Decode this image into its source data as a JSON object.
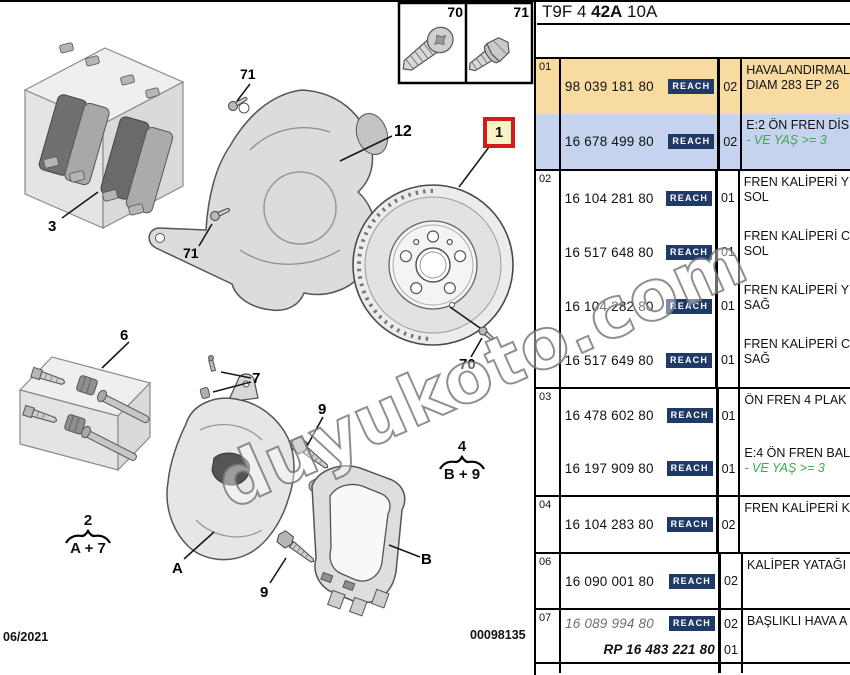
{
  "page": {
    "header_code": {
      "part1": "T9F 4 ",
      "bold": "42A",
      "part2": " 10A"
    },
    "date": "06/2021",
    "doc_number": "00098135",
    "watermark": "duyukoto.com"
  },
  "labels": {
    "item1": "1",
    "item2": "2",
    "item3": "3",
    "item4": "4",
    "item6": "6",
    "item7": "7",
    "item9": "9",
    "item12": "12",
    "item70": "70",
    "item71": "71",
    "itemA": "A",
    "itemB": "B",
    "kit2_sum": "A + 7",
    "kit4_sum": "B + 9"
  },
  "colors": {
    "row_orange": "#f8dba1",
    "row_blue": "#c6d3ef",
    "badge_navy": "#203a68",
    "highlight_red": "#cf1d1d",
    "highlight_fill": "#fbf3c8",
    "green_text": "#3bab4a"
  },
  "table": {
    "badge": "REACH",
    "rows": [
      {
        "ref": "01",
        "subs": [
          {
            "number": "98 039 181 80",
            "qty": "02",
            "desc1": "HAVALANDIRMAL",
            "desc2": "DIAM 283 EP 26"
          },
          {
            "number": "16 678 499 80",
            "qty": "02",
            "desc1": "E:2 ÖN FREN DİS",
            "desc2": "- VE YAŞ >= 3"
          }
        ]
      },
      {
        "ref": "02",
        "subs": [
          {
            "number": "16 104 281 80",
            "qty": "01",
            "desc1": "FREN KALİPERİ Y",
            "desc2": "SOL"
          },
          {
            "number": "16 517 648 80",
            "qty": "01",
            "desc1": "FREN KALİPERİ C",
            "desc2": "SOL"
          },
          {
            "number": "16 104 282 80",
            "qty": "01",
            "desc1": "FREN KALİPERİ Y",
            "desc2": "SAĞ"
          },
          {
            "number": "16 517 649 80",
            "qty": "01",
            "desc1": "FREN KALİPERİ C",
            "desc2": "SAĞ"
          }
        ]
      },
      {
        "ref": "03",
        "subs": [
          {
            "number": "16 478 602 80",
            "qty": "01",
            "desc1": "ÖN FREN 4 PLAK",
            "desc2": ""
          },
          {
            "number": "16 197 909 80",
            "qty": "01",
            "desc1": "E:4 ÖN FREN BAL",
            "desc2": "- VE YAŞ >= 3"
          }
        ]
      },
      {
        "ref": "04",
        "subs": [
          {
            "number": "16 104 283 80",
            "qty": "02",
            "desc1": "FREN KALİPERİ K",
            "desc2": ""
          }
        ]
      },
      {
        "ref": "06",
        "subs": [
          {
            "number": "16 090 001 80",
            "qty": "02",
            "desc1": "KALİPER YATAĞI",
            "desc2": ""
          }
        ]
      },
      {
        "ref": "07",
        "number1": "16 089 994 80",
        "number2": "RP 16 483 221 80",
        "qty1": "02",
        "qty2": "01",
        "desc1": "BAŞLIKLI HAVA A"
      }
    ]
  }
}
